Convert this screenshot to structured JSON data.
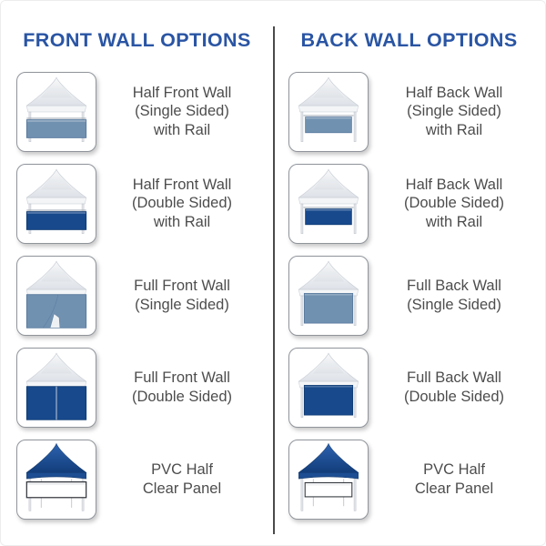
{
  "page": {
    "background": "#ffffff",
    "divider_color": "#4a4a4a"
  },
  "colors": {
    "header_blue": "#2a55a4",
    "label_gray": "#4d4d4d",
    "navy": "#17498c",
    "navy_dark": "#0e3a72",
    "steel_blue": "#7191b1",
    "steel_blue_dark": "#54769b",
    "canopy_navy": "#1d4e93",
    "clear_panel_border": "#2c3036",
    "leg_gray": "#e2e5e9"
  },
  "columns": [
    {
      "id": "front-wall",
      "title": "FRONT WALL OPTIONS",
      "rows": [
        {
          "icon": "tent-half-front-wall-single-icon",
          "variant": "half-front",
          "wall_color": "steel_blue",
          "label_lines": [
            "Half Front Wall",
            "(Single Sided)",
            "with Rail"
          ]
        },
        {
          "icon": "tent-half-front-wall-double-icon",
          "variant": "half-front",
          "wall_color": "navy",
          "label_lines": [
            "Half Front Wall",
            "(Double Sided)",
            "with Rail"
          ]
        },
        {
          "icon": "tent-full-front-wall-single-icon",
          "variant": "full-front-single",
          "wall_color": "steel_blue",
          "label_lines": [
            "Full Front Wall",
            "(Single Sided)"
          ]
        },
        {
          "icon": "tent-full-front-wall-double-icon",
          "variant": "full-front-double",
          "wall_color": "navy",
          "label_lines": [
            "Full Front Wall",
            "(Double Sided)"
          ]
        },
        {
          "icon": "tent-pvc-half-clear-panel-front-icon",
          "variant": "pvc-front",
          "wall_color": "clear",
          "label_lines": [
            "PVC Half",
            "Clear Panel"
          ]
        }
      ]
    },
    {
      "id": "back-wall",
      "title": "BACK WALL OPTIONS",
      "rows": [
        {
          "icon": "tent-half-back-wall-single-icon",
          "variant": "half-back",
          "wall_color": "steel_blue",
          "label_lines": [
            "Half Back Wall",
            "(Single Sided)",
            "with Rail"
          ]
        },
        {
          "icon": "tent-half-back-wall-double-icon",
          "variant": "half-back",
          "wall_color": "navy",
          "label_lines": [
            "Half Back Wall",
            "(Double Sided)",
            "with Rail"
          ]
        },
        {
          "icon": "tent-full-back-wall-single-icon",
          "variant": "full-back",
          "wall_color": "steel_blue",
          "label_lines": [
            "Full Back Wall",
            "(Single Sided)"
          ]
        },
        {
          "icon": "tent-full-back-wall-double-icon",
          "variant": "full-back",
          "wall_color": "navy",
          "label_lines": [
            "Full Back Wall",
            "(Double Sided)"
          ]
        },
        {
          "icon": "tent-pvc-half-clear-panel-back-icon",
          "variant": "pvc-back",
          "wall_color": "clear",
          "label_lines": [
            "PVC Half",
            "Clear Panel"
          ]
        }
      ]
    }
  ]
}
